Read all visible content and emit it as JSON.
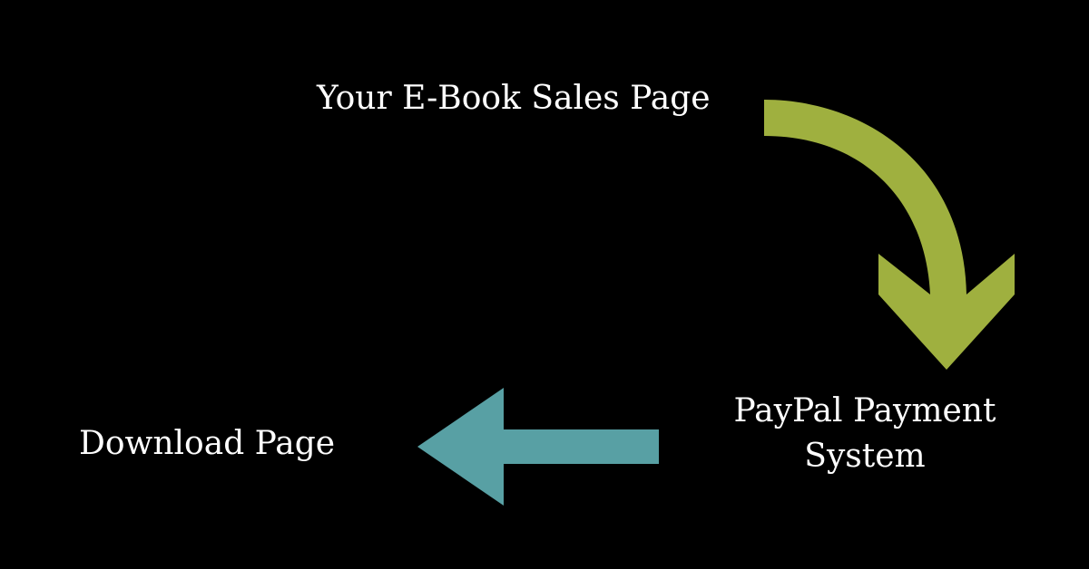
{
  "nodes": {
    "sales_page": "Your E-Book Sales Page",
    "paypal_line1": "PayPal Payment",
    "paypal_line2": "System",
    "download_page": "Download Page"
  },
  "colors": {
    "background": "#000000",
    "text": "#ffffff",
    "curved_arrow": "#9fb03f",
    "left_arrow": "#58a0a4"
  }
}
